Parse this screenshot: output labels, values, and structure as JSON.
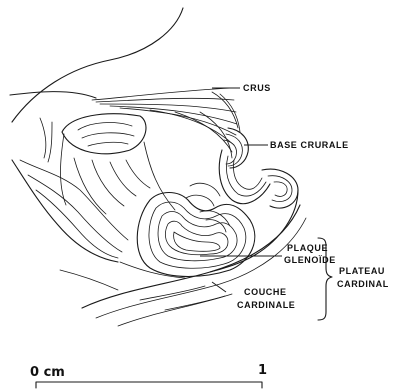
{
  "labels": {
    "crus": "CRUS",
    "base_crurale": "BASE CRURALE",
    "plaque_line1": "PLAQUE",
    "plaque_line2": "GLENOÏDE",
    "plateau_line1": "PLATEAU",
    "plateau_line2": "CARDINAL",
    "couche_line1": "COUCHE",
    "couche_line2": "CARDINALE"
  },
  "scale": {
    "start_label": "0 cm",
    "end_label": "1"
  }
}
